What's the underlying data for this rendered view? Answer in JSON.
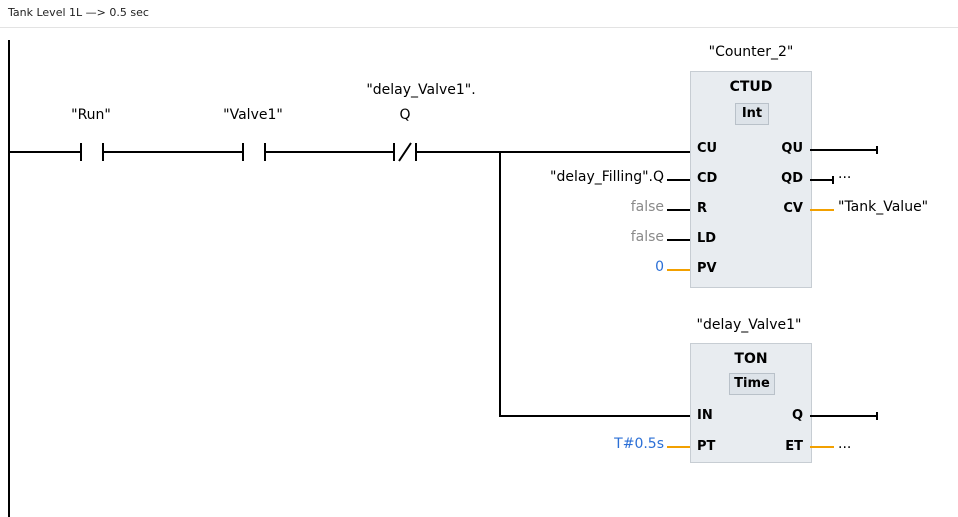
{
  "network": {
    "comment": "Tank Level 1L —> 0.5 sec"
  },
  "contacts": [
    {
      "label": "\"Run\"",
      "type": "NO"
    },
    {
      "label": "\"Valve1\"",
      "type": "NO"
    },
    {
      "label_line1": "\"delay_Valve1\".",
      "label_line2": "Q",
      "type": "NC"
    }
  ],
  "counter": {
    "instance": "\"Counter_2\"",
    "type": "CTUD",
    "datatype": "Int",
    "inputs": [
      {
        "pin": "CU",
        "value": ""
      },
      {
        "pin": "CD",
        "value": "\"delay_Filling\".Q"
      },
      {
        "pin": "R",
        "value": "false"
      },
      {
        "pin": "LD",
        "value": "false"
      },
      {
        "pin": "PV",
        "value": "0"
      }
    ],
    "outputs": [
      {
        "pin": "QU",
        "value": ""
      },
      {
        "pin": "QD",
        "value": "..."
      },
      {
        "pin": "CV",
        "value": "\"Tank_Value\""
      }
    ]
  },
  "timer": {
    "instance": "\"delay_Valve1\"",
    "type": "TON",
    "datatype": "Time",
    "inputs": [
      {
        "pin": "IN",
        "value": ""
      },
      {
        "pin": "PT",
        "value": "T#0.5s"
      }
    ],
    "outputs": [
      {
        "pin": "Q",
        "value": ""
      },
      {
        "pin": "ET",
        "value": "..."
      }
    ]
  },
  "colors": {
    "wire": "#000000",
    "param_wire": "#f2a000",
    "constant_blue": "#2b6fd6",
    "default_gray": "#8a8a8a",
    "box_fill": "#e8ecf0"
  }
}
